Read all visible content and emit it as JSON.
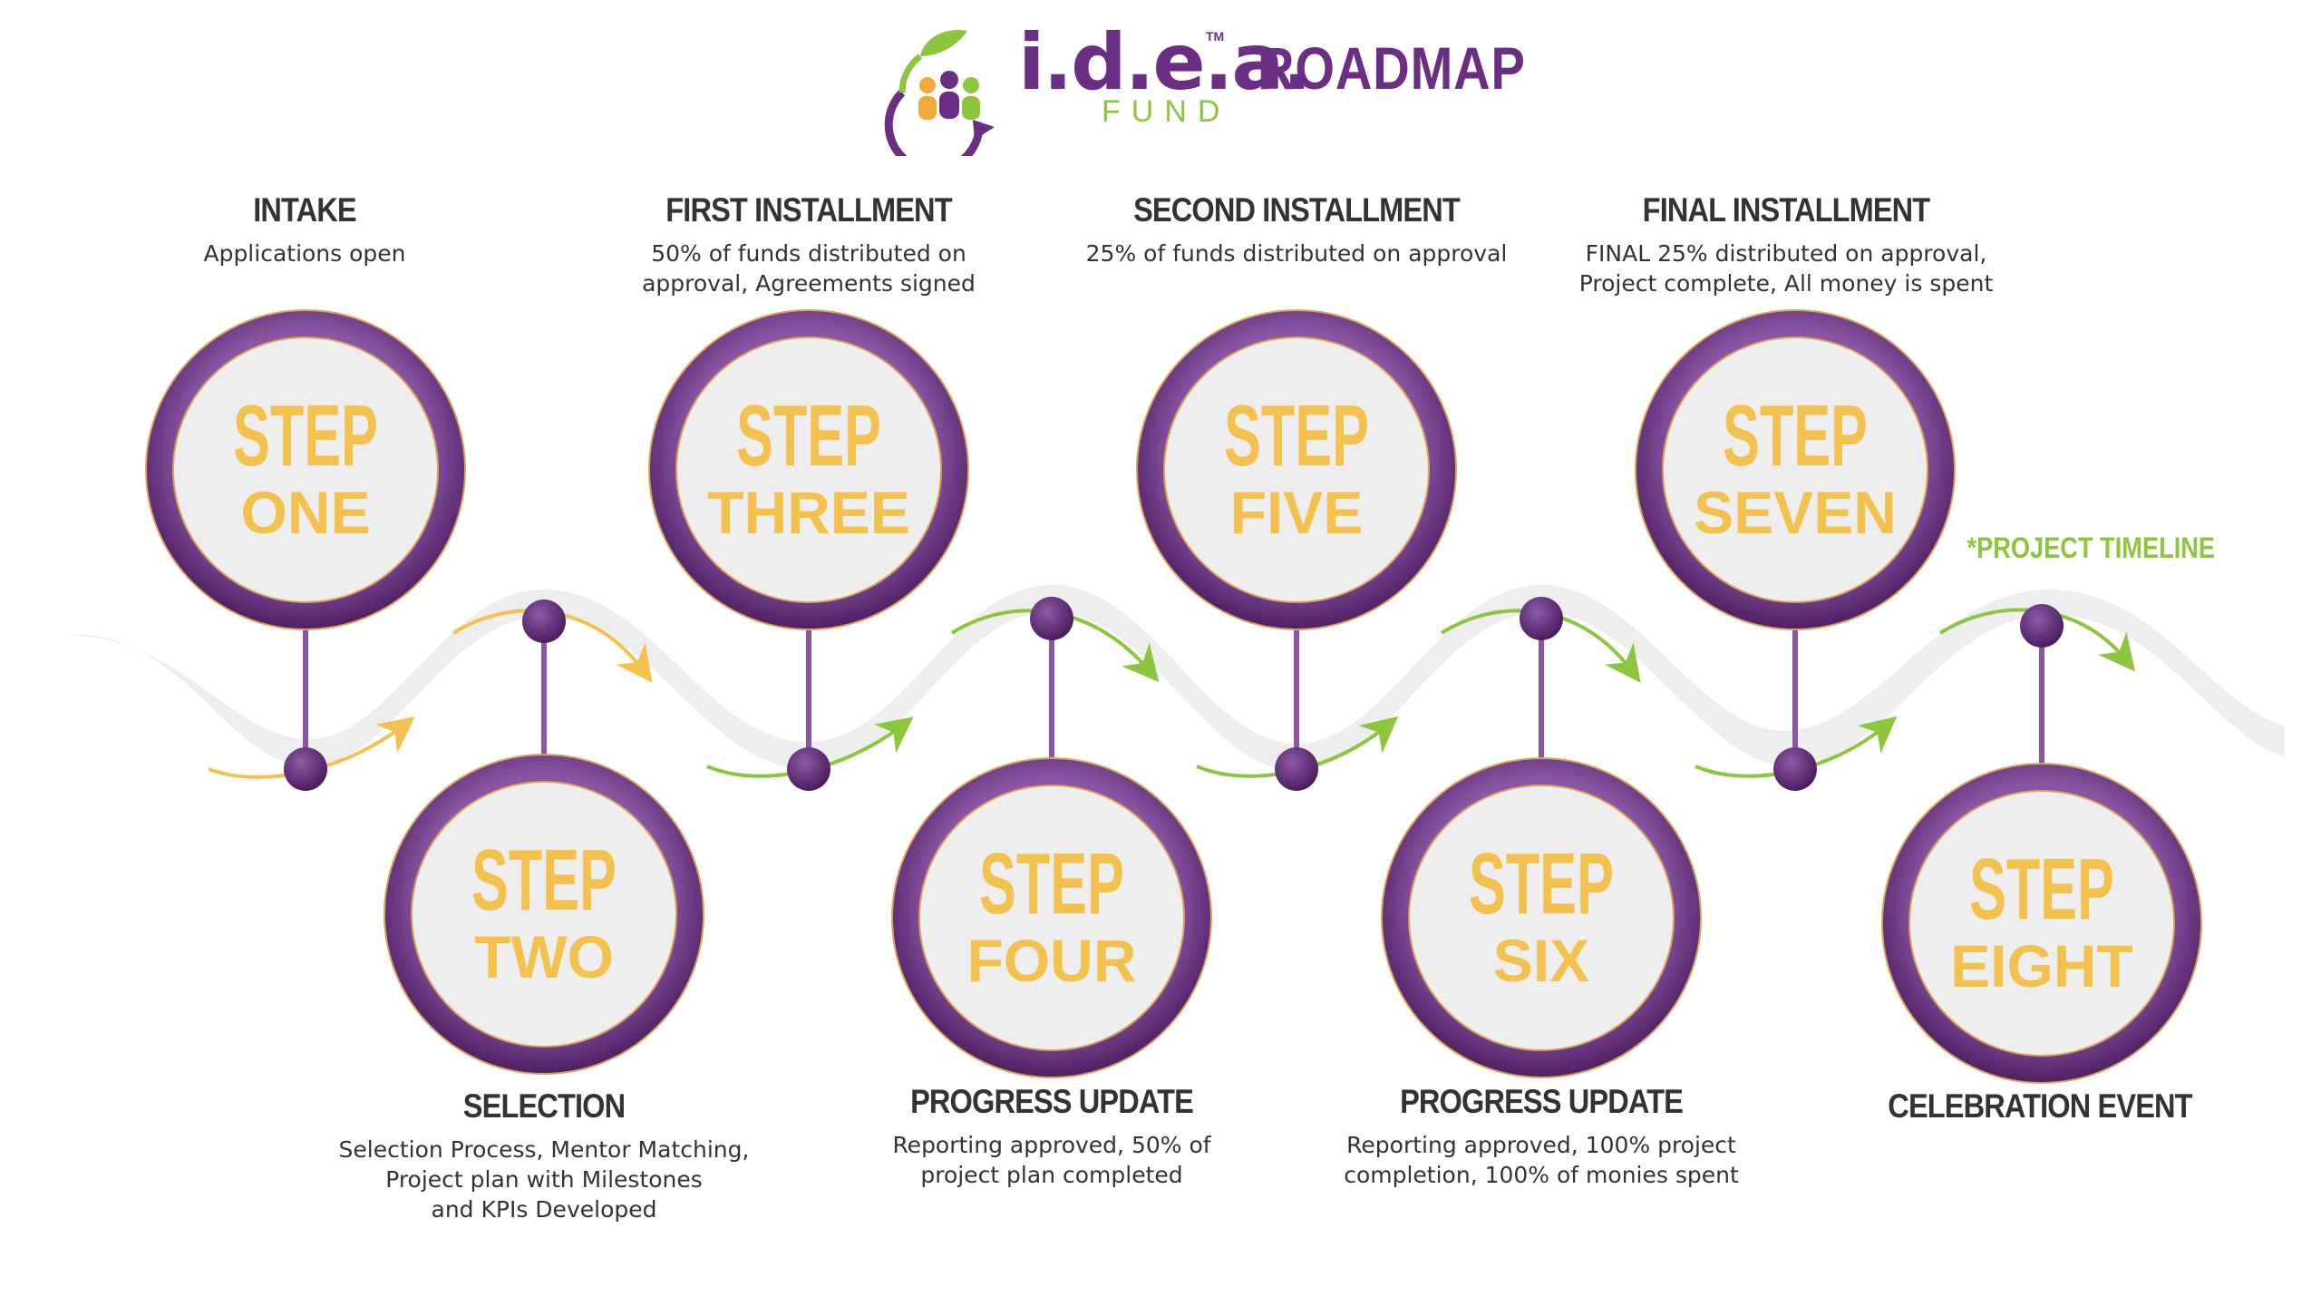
{
  "header": {
    "logo_word": "i.d.e.a.",
    "logo_tm": "TM",
    "logo_sub": "FUND",
    "title": "ROADMAP"
  },
  "timeline_label": "*PROJECT TIMELINE",
  "colors": {
    "purple": "#6a2f83",
    "gold": "#f2c14e",
    "green": "#8cc63f",
    "wave": "#eeeeee",
    "text": "#333333"
  },
  "steps": [
    {
      "line1": "STEP",
      "line2": "ONE",
      "title": "INTAKE",
      "desc": "Applications open"
    },
    {
      "line1": "STEP",
      "line2": "TWO",
      "title": "SELECTION",
      "desc": "Selection Process, Mentor Matching,\nProject plan with Milestones\nand KPIs Developed"
    },
    {
      "line1": "STEP",
      "line2": "THREE",
      "title": "FIRST INSTALLMENT",
      "desc": "50% of funds distributed on\napproval, Agreements signed"
    },
    {
      "line1": "STEP",
      "line2": "FOUR",
      "title": "PROGRESS UPDATE",
      "desc": "Reporting approved, 50% of\nproject plan completed"
    },
    {
      "line1": "STEP",
      "line2": "FIVE",
      "title": "SECOND INSTALLMENT",
      "desc": "25% of funds distributed on approval"
    },
    {
      "line1": "STEP",
      "line2": "SIX",
      "title": "PROGRESS UPDATE",
      "desc": "Reporting approved, 100% project\ncompletion, 100% of monies spent"
    },
    {
      "line1": "STEP",
      "line2": "SEVEN",
      "title": "FINAL INSTALLMENT",
      "desc": "FINAL 25% distributed on approval,\nProject complete, All money is spent"
    },
    {
      "line1": "STEP",
      "line2": "EIGHT",
      "title": "CELEBRATION EVENT",
      "desc": ""
    }
  ]
}
